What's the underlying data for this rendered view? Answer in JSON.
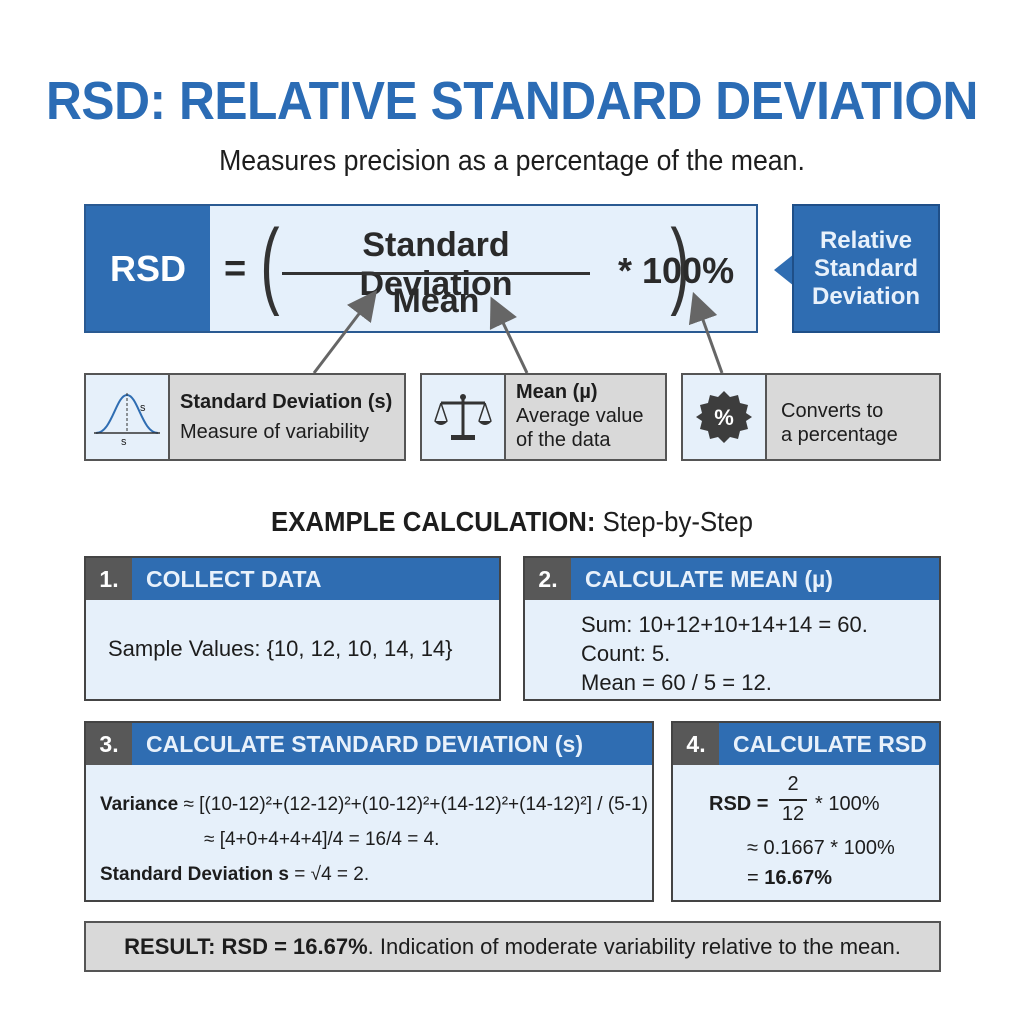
{
  "title": "RSD: RELATIVE STANDARD DEVIATION",
  "subtitle": "Measures precision as a percentage of the mean.",
  "formula": {
    "lhs": "RSD",
    "equals": "=",
    "paren_left": "(",
    "numerator": "Standard Deviation",
    "denominator": "Mean",
    "paren_right": ")",
    "multiplier": "* 100%",
    "callout": "Relative Standard Deviation"
  },
  "components": {
    "sd": {
      "title": "Standard Deviation (s)",
      "description": "Measure of variability",
      "icon_label_top": "s",
      "icon_label_bottom": "s"
    },
    "mean": {
      "title": "Mean (µ)",
      "description_line1": "Average value",
      "description_line2": "of the data"
    },
    "pct": {
      "icon_symbol": "%",
      "description_line1": "Converts to",
      "description_line2": "a percentage"
    }
  },
  "example": {
    "heading_bold": "EXAMPLE CALCULATION:",
    "heading_rest": "Step-by-Step",
    "step1": {
      "num": "1.",
      "title": "COLLECT DATA",
      "line1": "Sample Values: {10, 12, 10, 14, 14}"
    },
    "step2": {
      "num": "2.",
      "title": "CALCULATE MEAN (µ)",
      "line1": "Sum: 10+12+10+14+14 = 60.",
      "line2": "Count: 5.",
      "line3": "Mean = 60 / 5 = 12."
    },
    "step3": {
      "num": "3.",
      "title": "CALCULATE STANDARD DEVIATION (s)",
      "variance_label": "Variance",
      "variance_line1": " ≈ [(10-12)²+(12-12)²+(10-12)²+(14-12)²+(14-12)²] / (5-1)",
      "variance_line2": "≈ [4+0+4+4+4]/4 = 16/4 = 4.",
      "sd_label": "Standard Deviation s",
      "sd_rest": " = √4 = 2."
    },
    "step4": {
      "num": "4.",
      "title": "CALCULATE RSD",
      "rsd_label": "RSD =",
      "frac_num": "2",
      "frac_den": "12",
      "times": "* 100%",
      "line2": "≈ 0.1667 * 100%",
      "line3_prefix": "=",
      "line3_value": "16.67%"
    }
  },
  "result": {
    "bold": "RESULT: RSD = 16.67%",
    "rest": ". Indication of moderate variability relative to the mean."
  },
  "colors": {
    "title_blue": "#2b6cb5",
    "header_blue": "#2f6db2",
    "light_blue": "#e6f0fa",
    "gray": "#d9d9d9",
    "number_gray": "#585858"
  }
}
